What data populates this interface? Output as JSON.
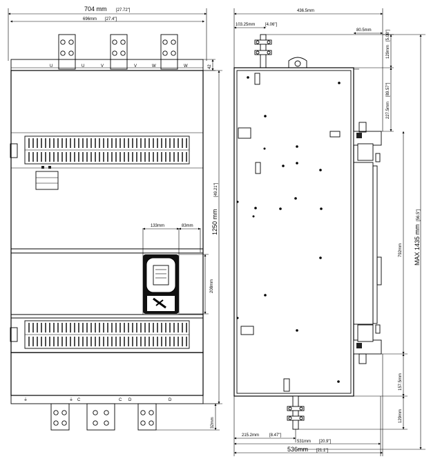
{
  "front_view": {
    "overall_width": {
      "value": "704 mm",
      "inch": "[27.72\"]"
    },
    "mount_width": {
      "value": "696mm",
      "inch": "[27.4\"]"
    },
    "top_terminal_offset": {
      "value": "42"
    },
    "body_height": {
      "value": "1250 mm",
      "inch": "[49.21\"]"
    },
    "keypad_offset_1": {
      "value": "133mm"
    },
    "keypad_offset_2": {
      "value": "83mm"
    },
    "keypad_height": {
      "value": "208mm"
    },
    "bottom_terminal_offset": {
      "value": "32mm"
    },
    "top_terminals": [
      "U",
      "V",
      "W"
    ],
    "bottom_terminals": [
      "C",
      "D"
    ],
    "small_labels": [
      "U",
      "V",
      "W",
      "C",
      "D",
      "⏚"
    ]
  },
  "side_view": {
    "overall_depth": {
      "value": "436.5mm"
    },
    "top_busbar_depth": {
      "value": "103.25mm",
      "inch": "[4.06\"]"
    },
    "rear_offset": {
      "value": "80.5mm"
    },
    "top_terminal_height": {
      "value": "129mm",
      "inch": "[5.08\"]"
    },
    "upper_bracket_height": {
      "value": "227.5mm",
      "inch": "[89.57\"]"
    },
    "max_height": {
      "value": "MAX 1435 mm",
      "inch": "[56.5\"]"
    },
    "bracket_span": {
      "value": "792mm"
    },
    "lower_bracket_height": {
      "value": "157.5mm"
    },
    "bottom_terminal_height": {
      "value": "129mm"
    },
    "bottom_busbar_depth": {
      "value": "215.2mm",
      "inch": "[8.47\"]"
    },
    "base_depth_1": {
      "value": "531mm",
      "inch": "[20.9\"]"
    },
    "base_depth_2": {
      "value": "536mm",
      "inch": "[21.1\"]"
    }
  },
  "colors": {
    "line": "#000000",
    "background": "#ffffff"
  }
}
